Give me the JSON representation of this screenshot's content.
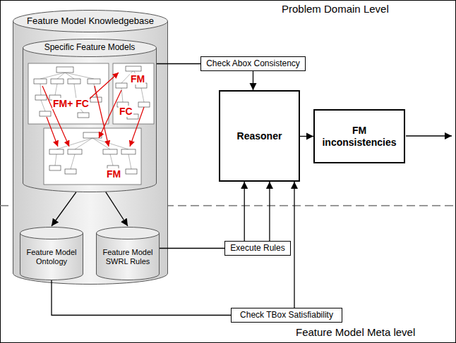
{
  "diagram": {
    "nodes": [
      {
        "text": [
          "Feature Model Knowledgebase"
        ]
      },
      {
        "text": [
          "Specific Feature Models"
        ],
        "in": 0
      },
      {
        "text": [
          "Feature Model Ontology"
        ],
        "in": 0
      },
      {
        "text": [
          "Feature Model SWRL Rules"
        ],
        "in": 0
      },
      {
        "text": [
          "Check Abox Consistency"
        ]
      },
      {
        "text": [
          "Reasoner"
        ]
      },
      {
        "text": [
          "FM inconsistencies"
        ]
      },
      {
        "text": [
          "Execute Rules"
        ]
      },
      {
        "text": [
          "Check TBox Satisfiability"
        ]
      }
    ],
    "edges": [
      {
        "from": 1,
        "to": 4,
        "arrow": "none"
      },
      {
        "from": 4,
        "to": 5,
        "arrow": "to"
      },
      {
        "from": 5,
        "to": 6,
        "arrow": "to"
      },
      {
        "from": 1,
        "to": 2,
        "arrow": "to"
      },
      {
        "from": 1,
        "to": 3,
        "arrow": "to"
      },
      {
        "from": 3,
        "to": 7,
        "arrow": "none"
      },
      {
        "from": 7,
        "to": 5,
        "arrow": "to"
      },
      {
        "from": 7,
        "to": 5,
        "arrow": "to"
      },
      {
        "from": 8,
        "to": 5,
        "arrow": "to"
      },
      {
        "from": 2,
        "to": 8,
        "arrow": "none"
      }
    ],
    "labels": [
      "Problem Domain Level",
      "FM+ FC",
      "FM",
      "FC",
      "FM",
      "Feature Model Meta level"
    ]
  }
}
